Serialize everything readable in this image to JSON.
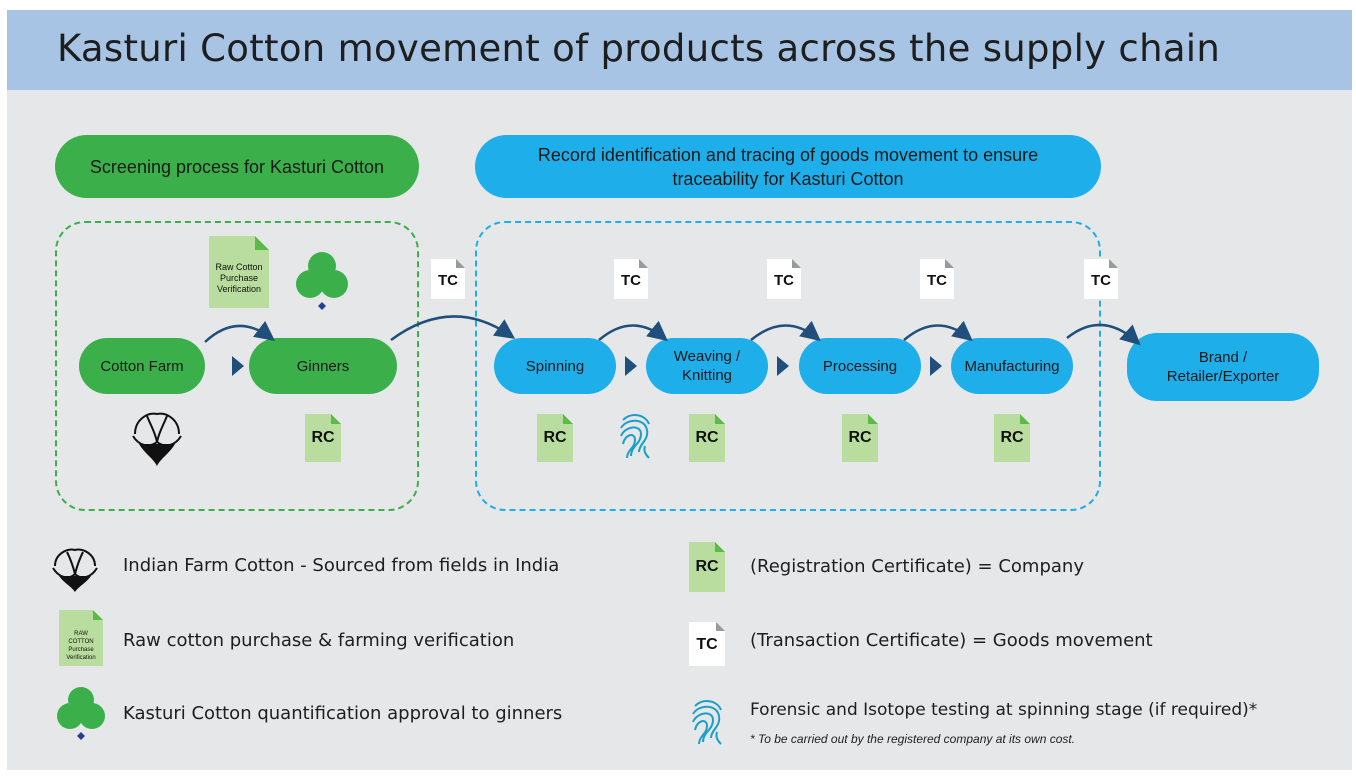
{
  "title": "Kasturi Cotton movement of products across the supply chain",
  "headers": {
    "screening": "Screening process for Kasturi Cotton",
    "tracing": "Record identification and tracing of goods movement to ensure traceability for Kasturi Cotton"
  },
  "nodes": {
    "cotton_farm": "Cotton Farm",
    "ginners": "Ginners",
    "spinning": "Spinning",
    "weaving": "Weaving / Knitting",
    "processing": "Processing",
    "manufacturing": "Manufacturing",
    "brand": "Brand / Retailer/Exporter"
  },
  "docs": {
    "rc": "RC",
    "tc": "TC",
    "raw_cotton": "Raw Cotton Purchase Verification",
    "raw_cotton_legend": "RAW COTTON Purchase Verification"
  },
  "legend": {
    "indian_farm": "Indian Farm Cotton - Sourced from fields in India",
    "raw_purchase": "Raw cotton purchase & farming verification",
    "quantification": "Kasturi Cotton quantification approval to ginners",
    "rc_text": "(Registration Certificate) = Company",
    "tc_text": "(Transaction Certificate) = Goods movement",
    "forensic": "Forensic and Isotope testing at spinning stage (if required)*",
    "footnote": "* To be carried out by the registered company at its own cost."
  },
  "colors": {
    "title_bar": "#a8c4e5",
    "background": "#e6e7e8",
    "green": "#3bb04a",
    "blue": "#1eaeea",
    "arrow": "#1f4f7a",
    "rc_doc": "#b9dd9e"
  },
  "icons": [
    "cotton-boll-icon",
    "clover-icon",
    "fingerprint-icon",
    "document-icon",
    "arrow-icon"
  ]
}
